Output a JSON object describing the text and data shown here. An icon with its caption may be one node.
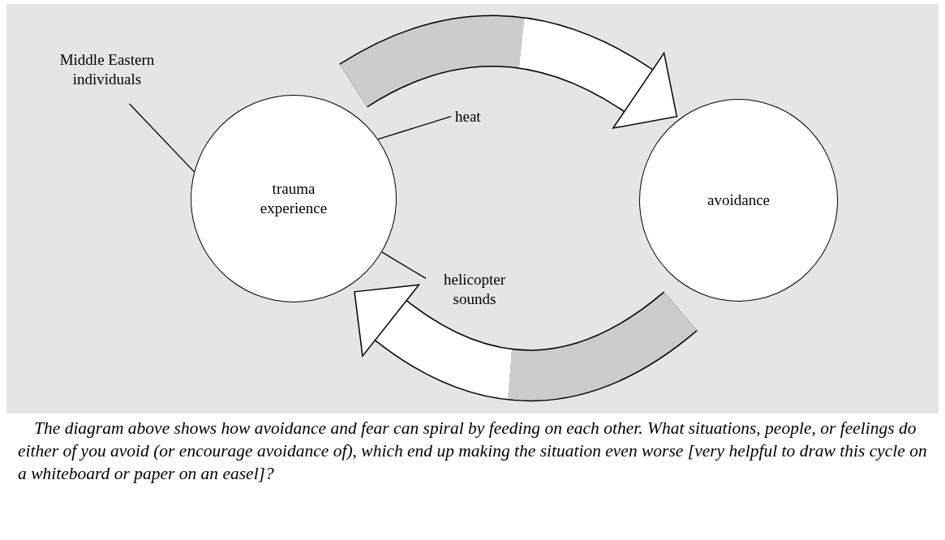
{
  "diagram": {
    "nodes": [
      {
        "text": [
          "trauma experience"
        ]
      },
      {
        "text": [
          "avoidance"
        ]
      },
      {
        "text": [
          "Middle Eastern individuals"
        ]
      },
      {
        "text": [
          "heat"
        ]
      },
      {
        "text": [
          "helicopter sounds"
        ]
      }
    ],
    "edges": [
      {
        "from": 0,
        "to": 1,
        "arrow": "to",
        "style": "thick"
      },
      {
        "from": 1,
        "to": 0,
        "arrow": "to",
        "style": "thick"
      },
      {
        "from": 2,
        "to": 0,
        "arrow": "none"
      },
      {
        "from": 3,
        "to": 0,
        "arrow": "none"
      },
      {
        "from": 4,
        "to": 0,
        "arrow": "none"
      }
    ],
    "caption": "The diagram above shows how avoidance and fear can spiral by feeding on each other. What situations, people, or feelings do either of you avoid (or encourage avoidance of), which end up making the situation even worse [very helpful to draw this cycle on a whiteboard or paper on an easel]?"
  }
}
